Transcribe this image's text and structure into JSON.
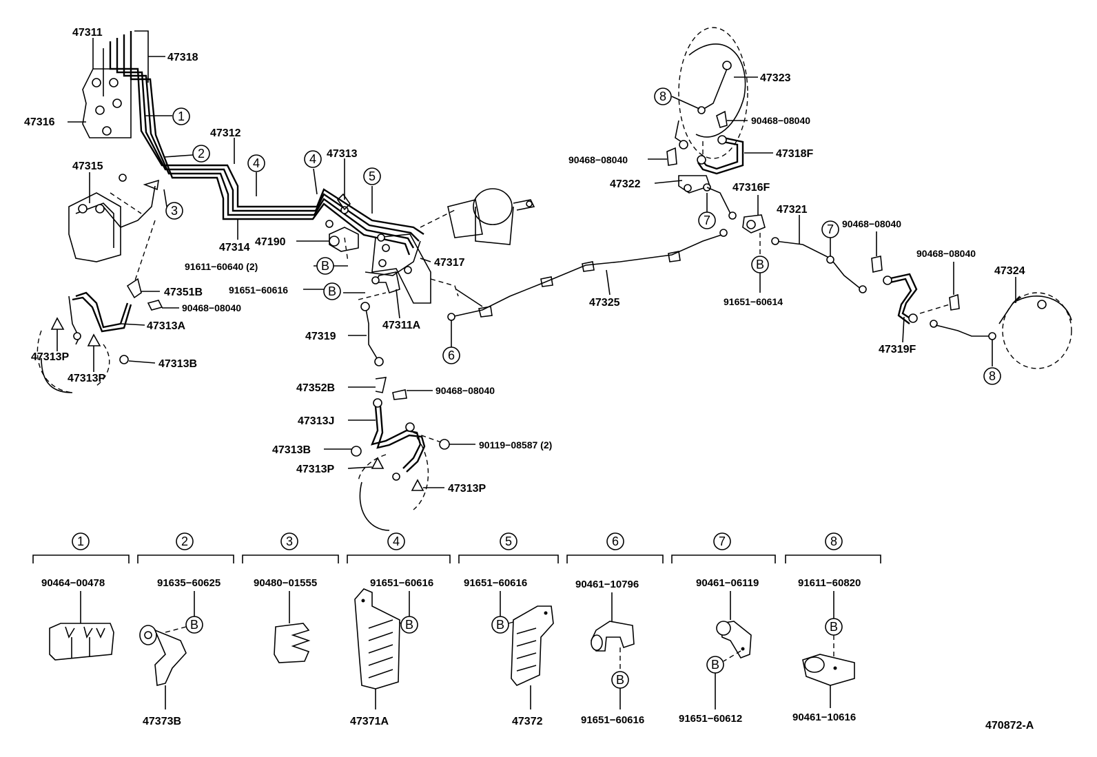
{
  "diagram_code": "470872-A",
  "part_labels": {
    "p47311": "47311",
    "p47318": "47318",
    "p47316": "47316",
    "p47315": "47315",
    "p47312": "47312",
    "p47313": "47313",
    "p47314": "47314",
    "p47190": "47190",
    "p91611_60640": "91611−60640 (2)",
    "p47317": "47317",
    "p91651_60616": "91651−60616",
    "p47351B": "47351B",
    "p90468_a": "90468−08040",
    "p47313A": "47313A",
    "p47313P_a": "47313P",
    "p47313B_a": "47313B",
    "p47313P_b": "47313P",
    "p47311A": "47311A",
    "p47319": "47319",
    "p47352B": "47352B",
    "p90468_b": "90468−08040",
    "p47313J": "47313J",
    "p90119": "90119−08587 (2)",
    "p47313B_b": "47313B",
    "p47313P_c": "47313P",
    "p47313P_d": "47313P",
    "p47325": "47325",
    "p47323": "47323",
    "p90468_c": "90468−08040",
    "p90468_d": "90468−08040",
    "p47318F": "47318F",
    "p47322": "47322",
    "p47316F": "47316F",
    "p47321": "47321",
    "p90468_e": "90468−08040",
    "p91651_60614": "91651−60614",
    "p90468_f": "90468−08040",
    "p47324": "47324",
    "p47319F": "47319F"
  },
  "callouts": {
    "c1": "1",
    "c2": "2",
    "c3": "3",
    "c4a": "4",
    "c4b": "4",
    "c5": "5",
    "c6": "6",
    "c7a": "7",
    "c7b": "7",
    "c8a": "8",
    "c8b": "8",
    "bolt_b1": "B",
    "bolt_b2": "B",
    "bolt_b3": "B"
  },
  "legend": [
    {
      "num": "1",
      "top_part": "90464−00478",
      "bottom_part": "",
      "bolts": []
    },
    {
      "num": "2",
      "top_part": "91635−60625",
      "bottom_part": "47373B",
      "bolts": [
        "B"
      ]
    },
    {
      "num": "3",
      "top_part": "90480−01555",
      "bottom_part": "",
      "bolts": []
    },
    {
      "num": "4",
      "top_part": "91651−60616",
      "bottom_part": "47371A",
      "bolts": [
        "B"
      ]
    },
    {
      "num": "5",
      "top_part": "91651−60616",
      "bottom_part": "47372",
      "bolts": [
        "B"
      ]
    },
    {
      "num": "6",
      "top_part": "90461−10796",
      "bottom_part": "91651−60616",
      "bolts": [
        "B"
      ]
    },
    {
      "num": "7",
      "top_part": "90461−06119",
      "bottom_part": "91651−60612",
      "bolts": [
        "B"
      ]
    },
    {
      "num": "8",
      "top_part": "91611−60820",
      "bottom_part": "90461−10616",
      "bolts": [
        "B"
      ]
    }
  ]
}
